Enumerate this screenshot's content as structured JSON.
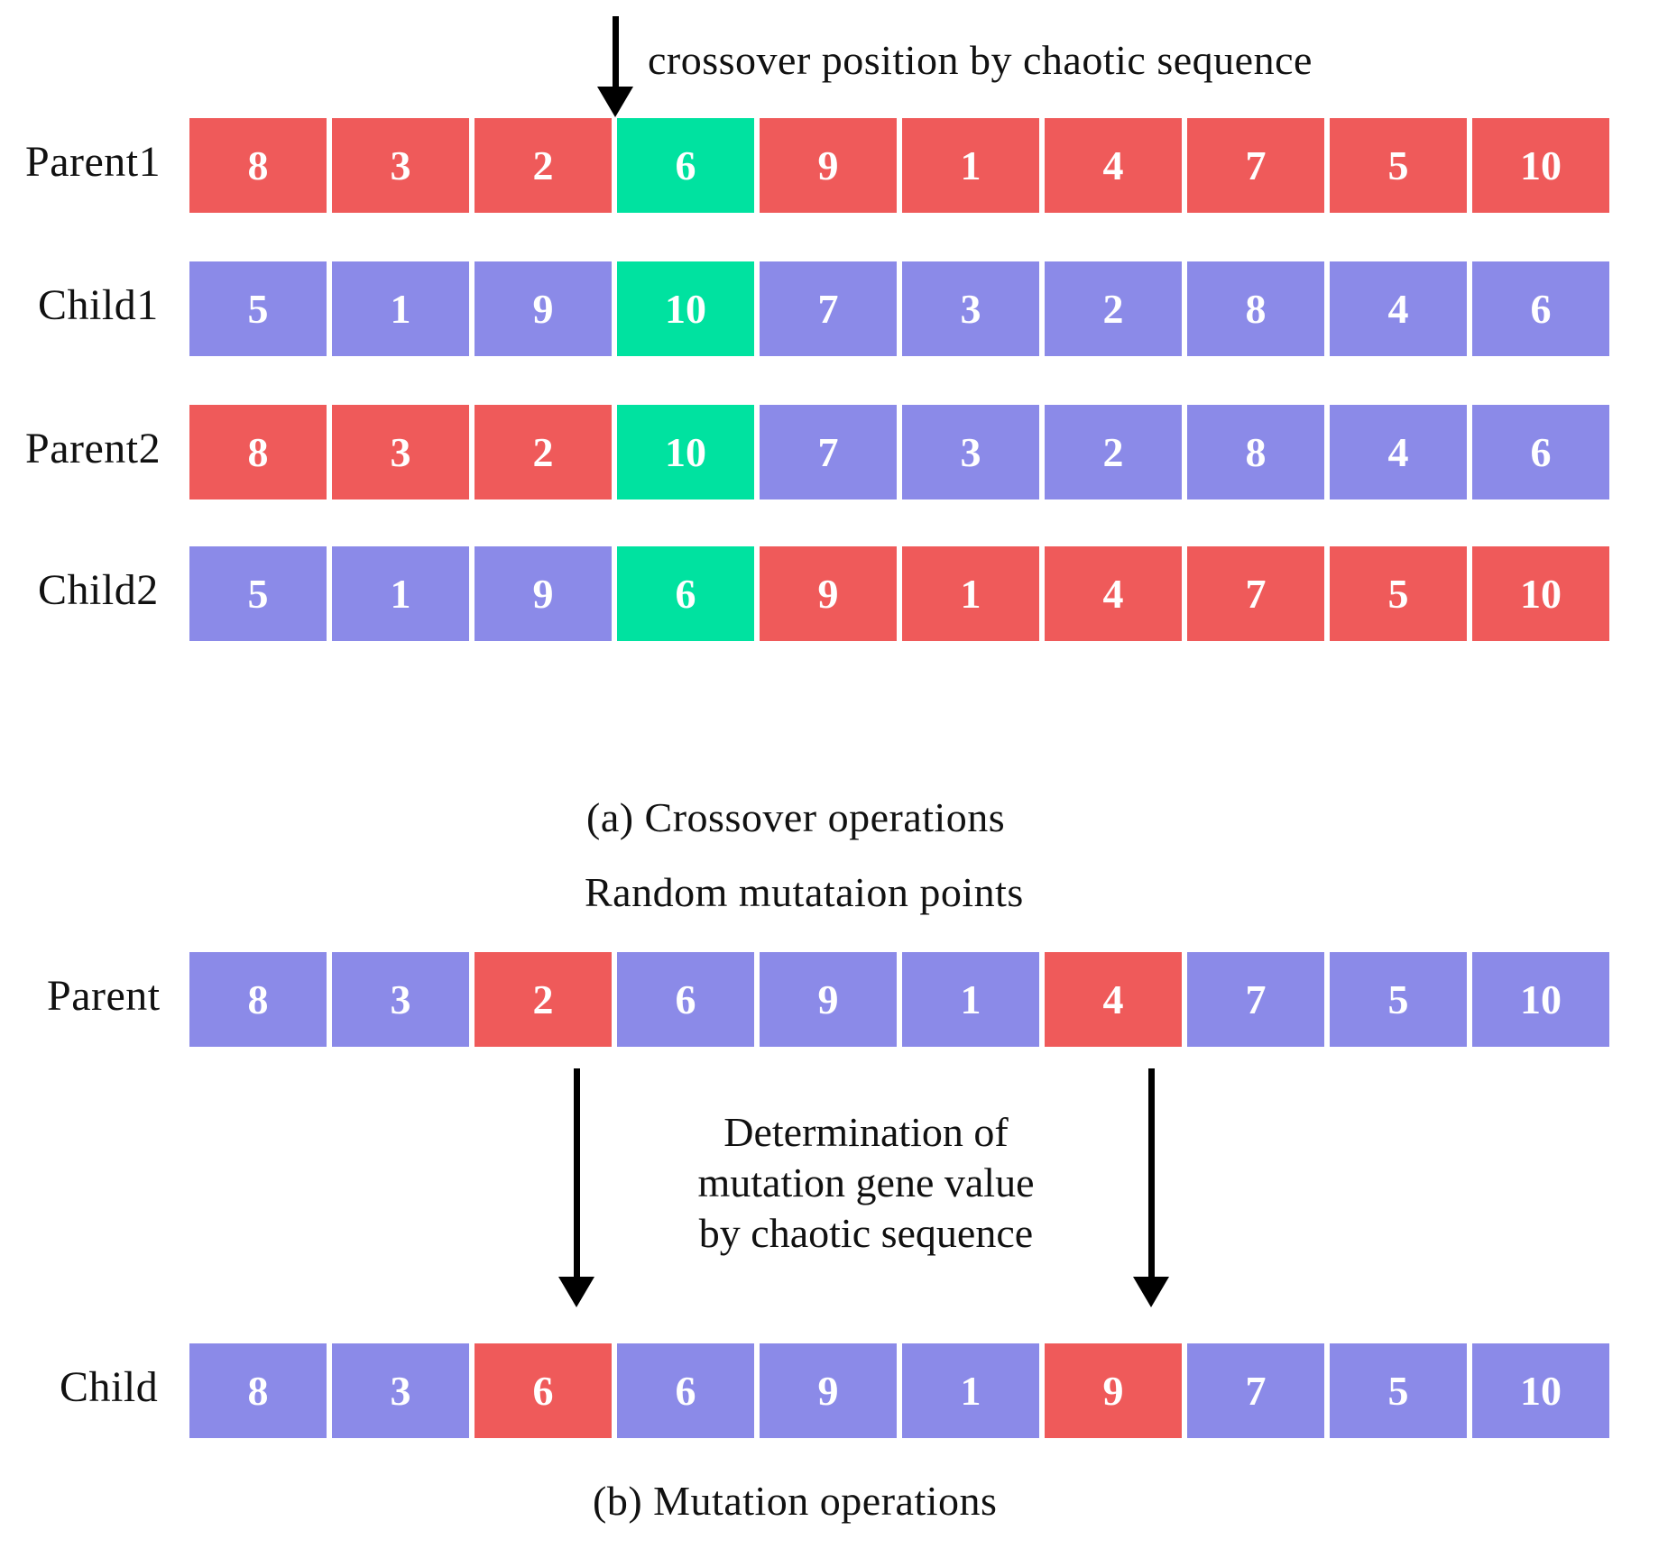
{
  "figure": {
    "title_a": "(a) Crossover operations",
    "title_b": "(b) Mutation operations"
  },
  "crossover": {
    "annotation": "crossover position by chaotic sequence",
    "rows": [
      {
        "label": "Parent1",
        "genes": [
          {
            "value": "8",
            "color": "red"
          },
          {
            "value": "3",
            "color": "red"
          },
          {
            "value": "2",
            "color": "red"
          },
          {
            "value": "6",
            "color": "green"
          },
          {
            "value": "9",
            "color": "red"
          },
          {
            "value": "1",
            "color": "red"
          },
          {
            "value": "4",
            "color": "red"
          },
          {
            "value": "7",
            "color": "red"
          },
          {
            "value": "5",
            "color": "red"
          },
          {
            "value": "10",
            "color": "red"
          }
        ]
      },
      {
        "label": "Child1",
        "genes": [
          {
            "value": "5",
            "color": "purple"
          },
          {
            "value": "1",
            "color": "purple"
          },
          {
            "value": "9",
            "color": "purple"
          },
          {
            "value": "10",
            "color": "green"
          },
          {
            "value": "7",
            "color": "purple"
          },
          {
            "value": "3",
            "color": "purple"
          },
          {
            "value": "2",
            "color": "purple"
          },
          {
            "value": "8",
            "color": "purple"
          },
          {
            "value": "4",
            "color": "purple"
          },
          {
            "value": "6",
            "color": "purple"
          }
        ]
      },
      {
        "label": "Parent2",
        "genes": [
          {
            "value": "8",
            "color": "red"
          },
          {
            "value": "3",
            "color": "red"
          },
          {
            "value": "2",
            "color": "red"
          },
          {
            "value": "10",
            "color": "green"
          },
          {
            "value": "7",
            "color": "purple"
          },
          {
            "value": "3",
            "color": "purple"
          },
          {
            "value": "2",
            "color": "purple"
          },
          {
            "value": "8",
            "color": "purple"
          },
          {
            "value": "4",
            "color": "purple"
          },
          {
            "value": "6",
            "color": "purple"
          }
        ]
      },
      {
        "label": "Child2",
        "genes": [
          {
            "value": "5",
            "color": "purple"
          },
          {
            "value": "1",
            "color": "purple"
          },
          {
            "value": "9",
            "color": "purple"
          },
          {
            "value": "6",
            "color": "green"
          },
          {
            "value": "9",
            "color": "red"
          },
          {
            "value": "1",
            "color": "red"
          },
          {
            "value": "4",
            "color": "red"
          },
          {
            "value": "7",
            "color": "red"
          },
          {
            "value": "5",
            "color": "red"
          },
          {
            "value": "10",
            "color": "red"
          }
        ]
      }
    ]
  },
  "mutation": {
    "annotation_top": "Random mutataion points",
    "annotation_mid_line1": "Determination of",
    "annotation_mid_line2": "mutation gene value",
    "annotation_mid_line3": "by chaotic sequence",
    "rows": [
      {
        "label": "Parent",
        "genes": [
          {
            "value": "8",
            "color": "purple"
          },
          {
            "value": "3",
            "color": "purple"
          },
          {
            "value": "2",
            "color": "red"
          },
          {
            "value": "6",
            "color": "purple"
          },
          {
            "value": "9",
            "color": "purple"
          },
          {
            "value": "1",
            "color": "purple"
          },
          {
            "value": "4",
            "color": "red"
          },
          {
            "value": "7",
            "color": "purple"
          },
          {
            "value": "5",
            "color": "purple"
          },
          {
            "value": "10",
            "color": "purple"
          }
        ]
      },
      {
        "label": "Child",
        "genes": [
          {
            "value": "8",
            "color": "purple"
          },
          {
            "value": "3",
            "color": "purple"
          },
          {
            "value": "6",
            "color": "red"
          },
          {
            "value": "6",
            "color": "purple"
          },
          {
            "value": "9",
            "color": "purple"
          },
          {
            "value": "1",
            "color": "purple"
          },
          {
            "value": "9",
            "color": "red"
          },
          {
            "value": "7",
            "color": "purple"
          },
          {
            "value": "5",
            "color": "purple"
          },
          {
            "value": "10",
            "color": "purple"
          }
        ]
      }
    ]
  },
  "colors": {
    "red": "#ef5a5a",
    "purple": "#8b8ae8",
    "green": "#00e2a0",
    "arrow": "#000000",
    "text": "#111111",
    "background": "#ffffff"
  }
}
